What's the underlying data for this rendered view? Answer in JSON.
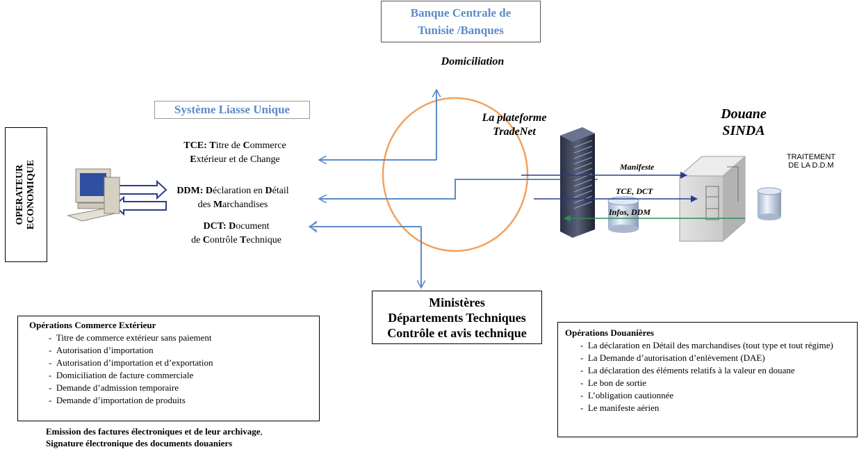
{
  "banque": {
    "line1": "Banque Centrale de",
    "line2": "Tunisie /Banques"
  },
  "domiciliation": "Domiciliation",
  "systeme": "Système Liasse Unique",
  "plateforme": {
    "line1": "La plateforme",
    "line2": "TradeNet"
  },
  "douane": {
    "line1": "Douane",
    "line2": "SINDA"
  },
  "traitement": {
    "line1": "TRAITEMENT",
    "line2": "DE LA D.D.M"
  },
  "operateur": {
    "line1": "OPERATEUR",
    "line2": "ECONOMIQUE"
  },
  "tce": {
    "abbr": "TCE:",
    "t1b": "T",
    "t1": "itre de ",
    "t2b": "C",
    "t2": "ommerce",
    "t3b": "E",
    "t3": "xtérieur et de Change"
  },
  "ddm": {
    "abbr": "DDM:",
    "t1b": "D",
    "t1": "éclaration en ",
    "t2b": "D",
    "t2": "étail",
    "t3": "des ",
    "t4b": "M",
    "t4": "archandises"
  },
  "dct": {
    "abbr": "DCT:",
    "t1b": "D",
    "t1": "ocument",
    "t2": "de ",
    "t3b": "C",
    "t3": "ontrôle ",
    "t4b": "T",
    "t4": "echnique"
  },
  "arrows": {
    "manifeste": "Manifeste",
    "tce_dct": "TCE, DCT",
    "infos": "Infos, DDM"
  },
  "ministeres": {
    "line1": "Ministères",
    "line2": "Départements Techniques",
    "line3": "Contrôle et avis technique"
  },
  "commerce": {
    "title": "Opérations Commerce Extérieur",
    "items": [
      "Titre de commerce extérieur sans paiement",
      "Autorisation d’importation",
      "Autorisation d’importation et d’exportation",
      "Domiciliation de facture commerciale",
      "Demande d’admission temporaire",
      "Demande d’importation de produits"
    ]
  },
  "douanieres": {
    "title": "Opérations Douanières",
    "items": [
      "La déclaration en Détail des marchandises (tout type et tout régime)",
      "La Demande d’autorisation d’enlèvement (DAE)",
      "La déclaration des éléments relatifs à la valeur en douane",
      "Le bon de sortie",
      "L’obligation cautionnée",
      "Le manifeste aérien"
    ]
  },
  "emission": {
    "line1": "Emission des factures électroniques et de leur archivage",
    "comma": ",",
    "line2": "Signature électronique des documents douaniers"
  },
  "colors": {
    "accent_blue": "#5b8bc9",
    "circle": "#f4a05a",
    "navy": "#2b3a8c",
    "green": "#2e8b57"
  }
}
